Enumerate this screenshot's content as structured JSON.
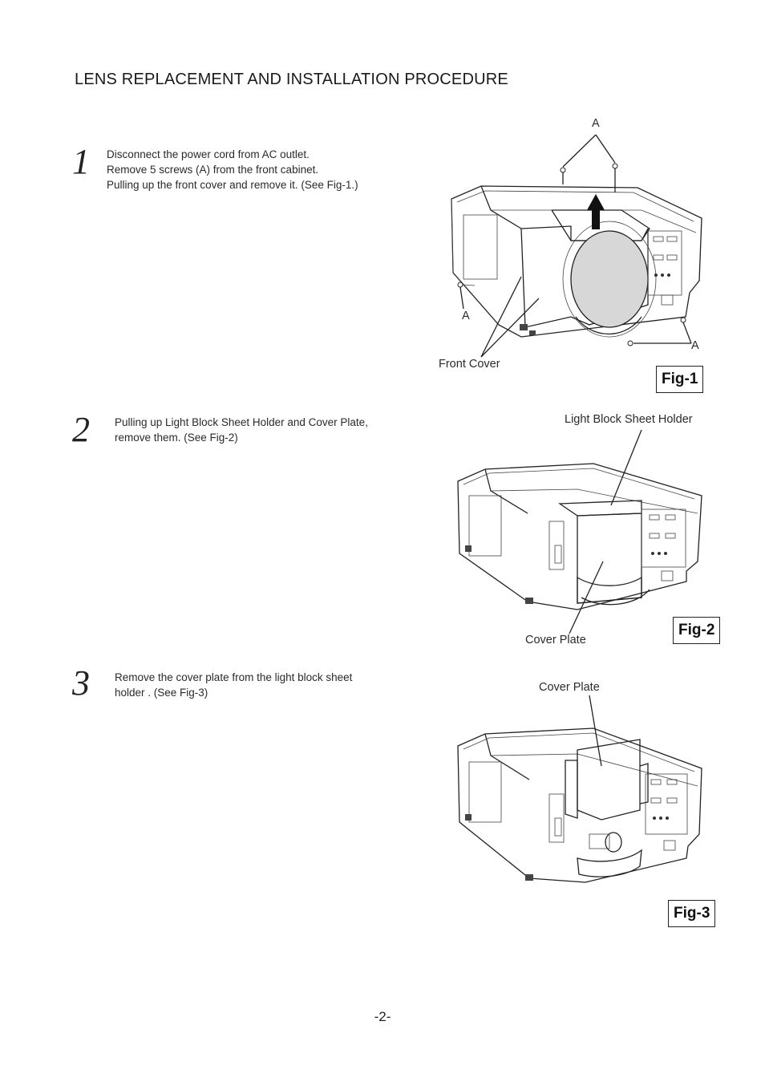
{
  "page": {
    "title": "LENS REPLACEMENT AND INSTALLATION PROCEDURE",
    "page_number": "-2-"
  },
  "steps": [
    {
      "number": "1",
      "text": "Disconnect the power cord from AC outlet.\nRemove 5 screws (A) from the front cabinet.\nPulling up the front cover and remove it. (See Fig-1.)"
    },
    {
      "number": "2",
      "text": "Pulling up Light Block Sheet Holder and Cover Plate,\nremove them.  (See Fig-2)"
    },
    {
      "number": "3",
      "text": "Remove the cover plate from the light block sheet\nholder .  (See Fig-3)"
    }
  ],
  "figures": {
    "fig1": {
      "label": "Fig-1",
      "callout_a_top": "A",
      "callout_a_left": "A",
      "callout_a_right": "A",
      "callout_front_cover": "Front Cover"
    },
    "fig2": {
      "label": "Fig-2",
      "callout_holder": "Light Block  Sheet Holder",
      "callout_cover_plate": "Cover Plate"
    },
    "fig3": {
      "label": "Fig-3",
      "callout_cover_plate": "Cover Plate"
    }
  }
}
